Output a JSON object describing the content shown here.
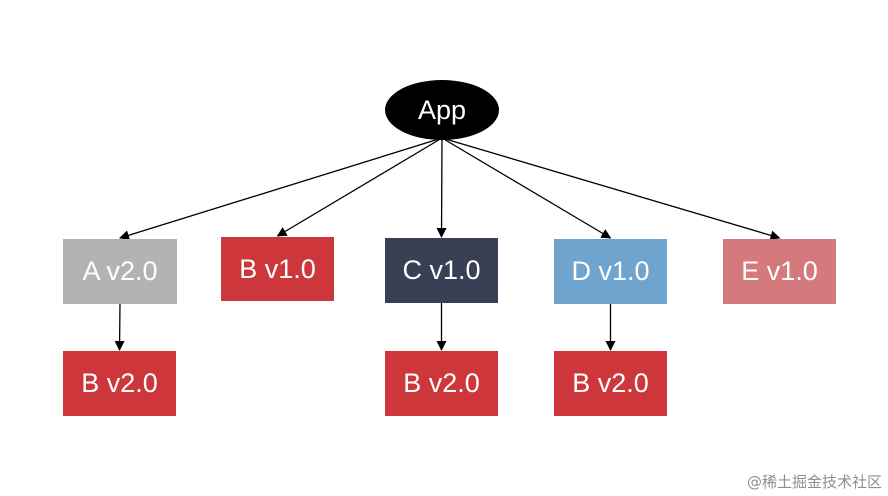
{
  "diagram": {
    "nodes": [
      {
        "id": "app",
        "label": "App",
        "shape": "ellipse",
        "color": "#000000"
      },
      {
        "id": "a2",
        "label": "A v2.0",
        "shape": "rect",
        "color": "#b3b3b3"
      },
      {
        "id": "b1",
        "label": "B v1.0",
        "shape": "rect",
        "color": "#cd363a"
      },
      {
        "id": "c1",
        "label": "C v1.0",
        "shape": "rect",
        "color": "#3a4054"
      },
      {
        "id": "d1",
        "label": "D v1.0",
        "shape": "rect",
        "color": "#6fa4cf"
      },
      {
        "id": "e1",
        "label": "E v1.0",
        "shape": "rect",
        "color": "#d47a7c"
      },
      {
        "id": "b2a",
        "label": "B v2.0",
        "shape": "rect",
        "color": "#cd363a"
      },
      {
        "id": "b2c",
        "label": "B v2.0",
        "shape": "rect",
        "color": "#cd363a"
      },
      {
        "id": "b2d",
        "label": "B v2.0",
        "shape": "rect",
        "color": "#cd363a"
      }
    ],
    "edges": [
      {
        "from": "app",
        "to": "a2"
      },
      {
        "from": "app",
        "to": "b1"
      },
      {
        "from": "app",
        "to": "c1"
      },
      {
        "from": "app",
        "to": "d1"
      },
      {
        "from": "app",
        "to": "e1"
      },
      {
        "from": "a2",
        "to": "b2a"
      },
      {
        "from": "c1",
        "to": "b2c"
      },
      {
        "from": "d1",
        "to": "b2d"
      }
    ]
  },
  "watermark": "@稀土掘金技术社区"
}
